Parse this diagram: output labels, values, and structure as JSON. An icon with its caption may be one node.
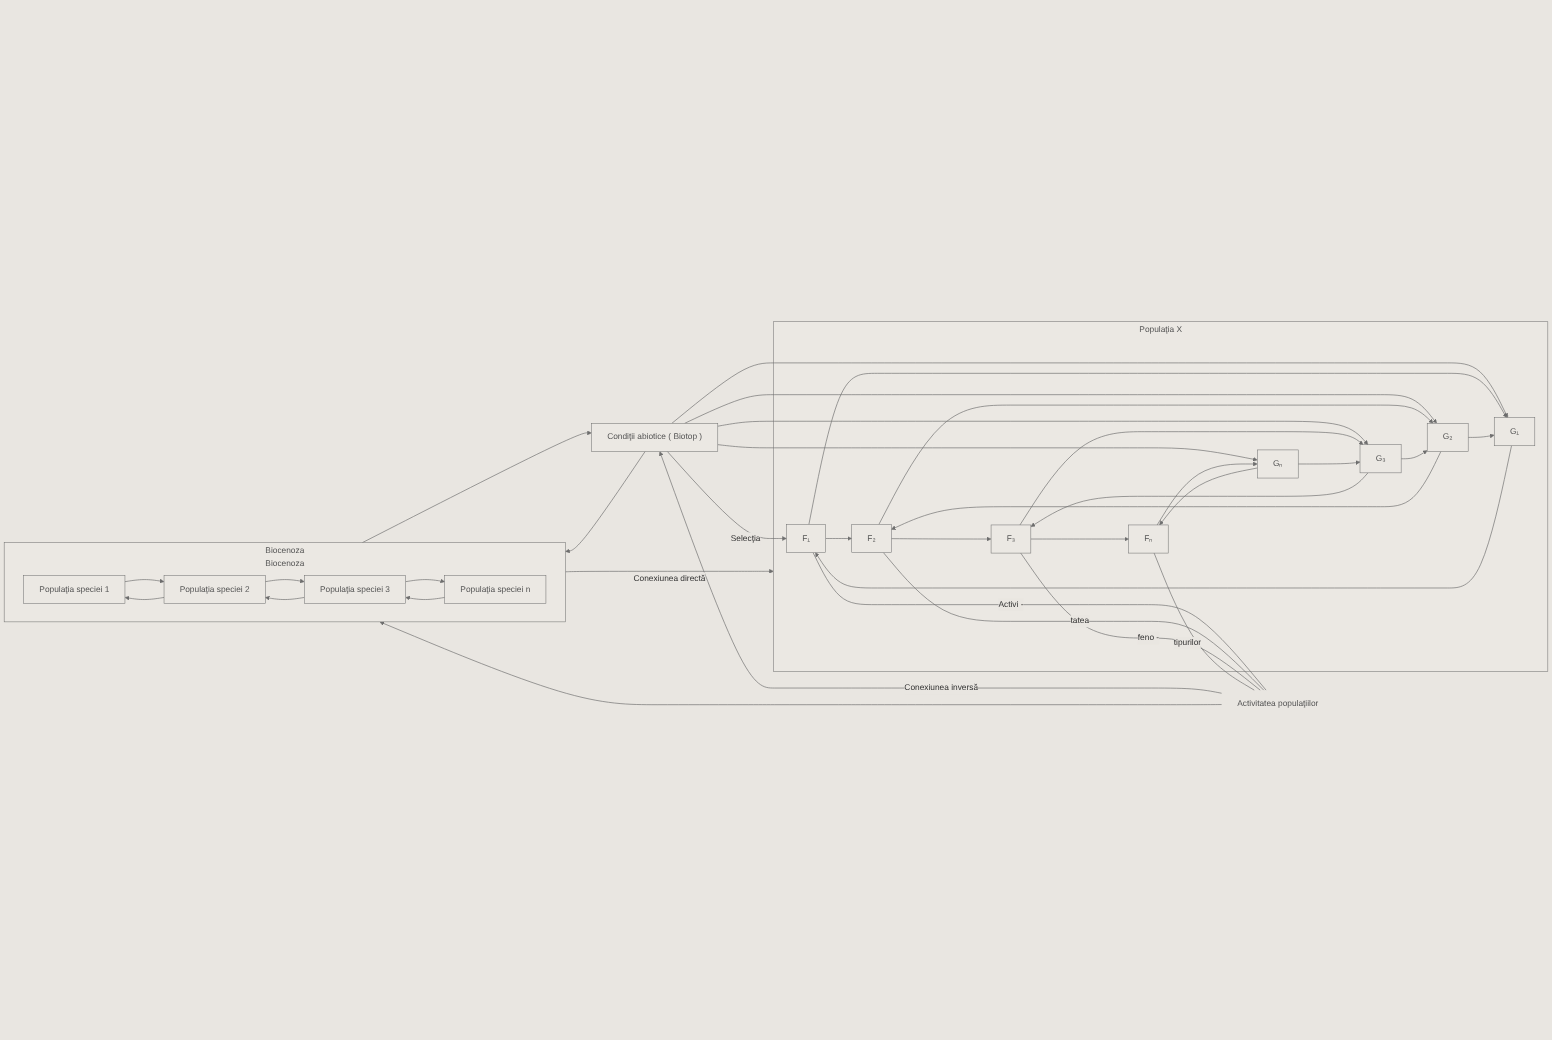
{
  "diagram": {
    "nodes": [
      {
        "text": [
          "Biocenoza",
          "Biocenoza"
        ]
      },
      {
        "text": [
          "Populaţia speciei 1"
        ],
        "in": 0
      },
      {
        "text": [
          "Populaţia speciei 2"
        ],
        "in": 0
      },
      {
        "text": [
          "Populaţia speciei 3"
        ],
        "in": 0
      },
      {
        "text": [
          "Populaţia speciei n"
        ],
        "in": 0
      },
      {
        "text": [
          "Condiţii abiotice ( Biotop )"
        ]
      },
      {
        "text": [
          "Populaţia X"
        ]
      },
      {
        "text": [
          "G₁"
        ],
        "in": 6
      },
      {
        "text": [
          "F₁"
        ],
        "in": 6
      },
      {
        "text": [
          "G₂"
        ],
        "in": 6
      },
      {
        "text": [
          "F₂"
        ],
        "in": 6
      },
      {
        "text": [
          "G₃"
        ],
        "in": 6
      },
      {
        "text": [
          "F₃"
        ],
        "in": 6
      },
      {
        "text": [
          "Gₙ"
        ],
        "in": 6
      },
      {
        "text": [
          "Fₙ"
        ],
        "in": 6
      },
      {
        "text": [
          "Activitatea populaţiilor"
        ]
      }
    ],
    "edges": [
      {
        "from": 1,
        "to": 2,
        "arrow": "to"
      },
      {
        "from": 2,
        "to": 3,
        "arrow": "to"
      },
      {
        "from": 3,
        "to": 4,
        "arrow": "to"
      },
      {
        "from": 0,
        "to": 5,
        "arrow": "to"
      },
      {
        "from": 5,
        "to": 0,
        "arrow": "to"
      },
      {
        "from": 4,
        "to": 3,
        "arrow": "to"
      },
      {
        "from": 3,
        "to": 2,
        "arrow": "to"
      },
      {
        "from": 2,
        "to": 1,
        "arrow": "to"
      },
      {
        "from": 0,
        "to": 6,
        "label": "Conexiunea directă",
        "arrow": "to"
      },
      {
        "from": 5,
        "to": 8,
        "label": "Selecţia",
        "arrow": "to"
      },
      {
        "from": 5,
        "to": 7,
        "arrow": "to"
      },
      {
        "from": 5,
        "to": 9,
        "arrow": "to"
      },
      {
        "from": 5,
        "to": 11,
        "arrow": "to"
      },
      {
        "from": 5,
        "to": 13,
        "arrow": "to"
      },
      {
        "from": 7,
        "to": 8,
        "arrow": "to"
      },
      {
        "from": 8,
        "to": 7,
        "arrow": "to"
      },
      {
        "from": 9,
        "to": 10,
        "arrow": "to"
      },
      {
        "from": 10,
        "to": 9,
        "arrow": "to"
      },
      {
        "from": 11,
        "to": 12,
        "arrow": "to"
      },
      {
        "from": 12,
        "to": 11,
        "arrow": "to"
      },
      {
        "from": 13,
        "to": 14,
        "arrow": "to"
      },
      {
        "from": 14,
        "to": 13,
        "arrow": "to"
      },
      {
        "from": 9,
        "to": 7,
        "arrow": "to"
      },
      {
        "from": 11,
        "to": 9,
        "arrow": "to"
      },
      {
        "from": 13,
        "to": 11,
        "arrow": "to"
      },
      {
        "from": 8,
        "to": 10,
        "arrow": "to"
      },
      {
        "from": 10,
        "to": 12,
        "arrow": "to"
      },
      {
        "from": 12,
        "to": 14,
        "arrow": "to"
      },
      {
        "from": 8,
        "to": 15,
        "label": "Activi -",
        "arrow": "none"
      },
      {
        "from": 10,
        "to": 15,
        "label": "tatea",
        "arrow": "none"
      },
      {
        "from": 12,
        "to": 15,
        "label": "feno -",
        "arrow": "none"
      },
      {
        "from": 14,
        "to": 15,
        "label": "tipurilor",
        "arrow": "none"
      },
      {
        "from": 15,
        "to": 5,
        "label": "Conexiunea inversă",
        "arrow": "to"
      },
      {
        "from": 15,
        "to": 0,
        "arrow": "to"
      }
    ]
  }
}
